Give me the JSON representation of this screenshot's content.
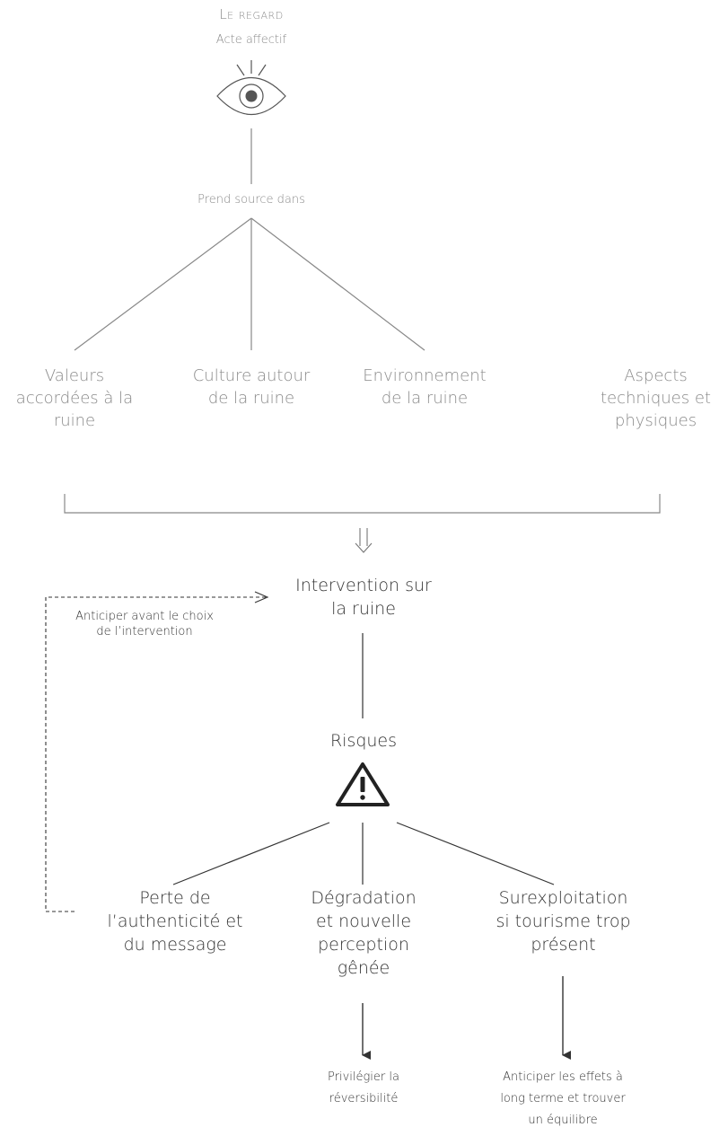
{
  "header": {
    "title": "Le regard",
    "subtitle": "Acte affectif"
  },
  "source_label": "Prend source dans",
  "sources": [
    {
      "label": "Valeurs\naccordées à la\nruine"
    },
    {
      "label": "Culture autour\nde la ruine"
    },
    {
      "label": "Environnement\nde la ruine"
    },
    {
      "label": "Aspects\ntechniques et\nphysiques"
    }
  ],
  "intervention": {
    "label": "Intervention sur\nla ruine",
    "feedback_note": "Anticiper avant le choix\nde l’intervention"
  },
  "risks": {
    "label": "Risques",
    "items": [
      {
        "label": "Perte de\nl’authenticité et\ndu message"
      },
      {
        "label": "Dégradation\net nouvelle\nperception\ngênée"
      },
      {
        "label": "Surexploitation\nsi tourisme trop\nprésent"
      }
    ]
  },
  "actions": [
    {
      "label": "Privilégier la\nréversibilité"
    },
    {
      "label": "Anticiper les effets à\nlong terme et trouver\nun équilibre"
    }
  ],
  "icons": {
    "header": "eye-icon",
    "connector": "double-arrow-down-icon",
    "risks": "warning-triangle-icon"
  },
  "colors": {
    "text_muted": "#8a8a8a",
    "text_dark": "#333333",
    "line": "#555555",
    "line_light": "#8a8a8a"
  }
}
